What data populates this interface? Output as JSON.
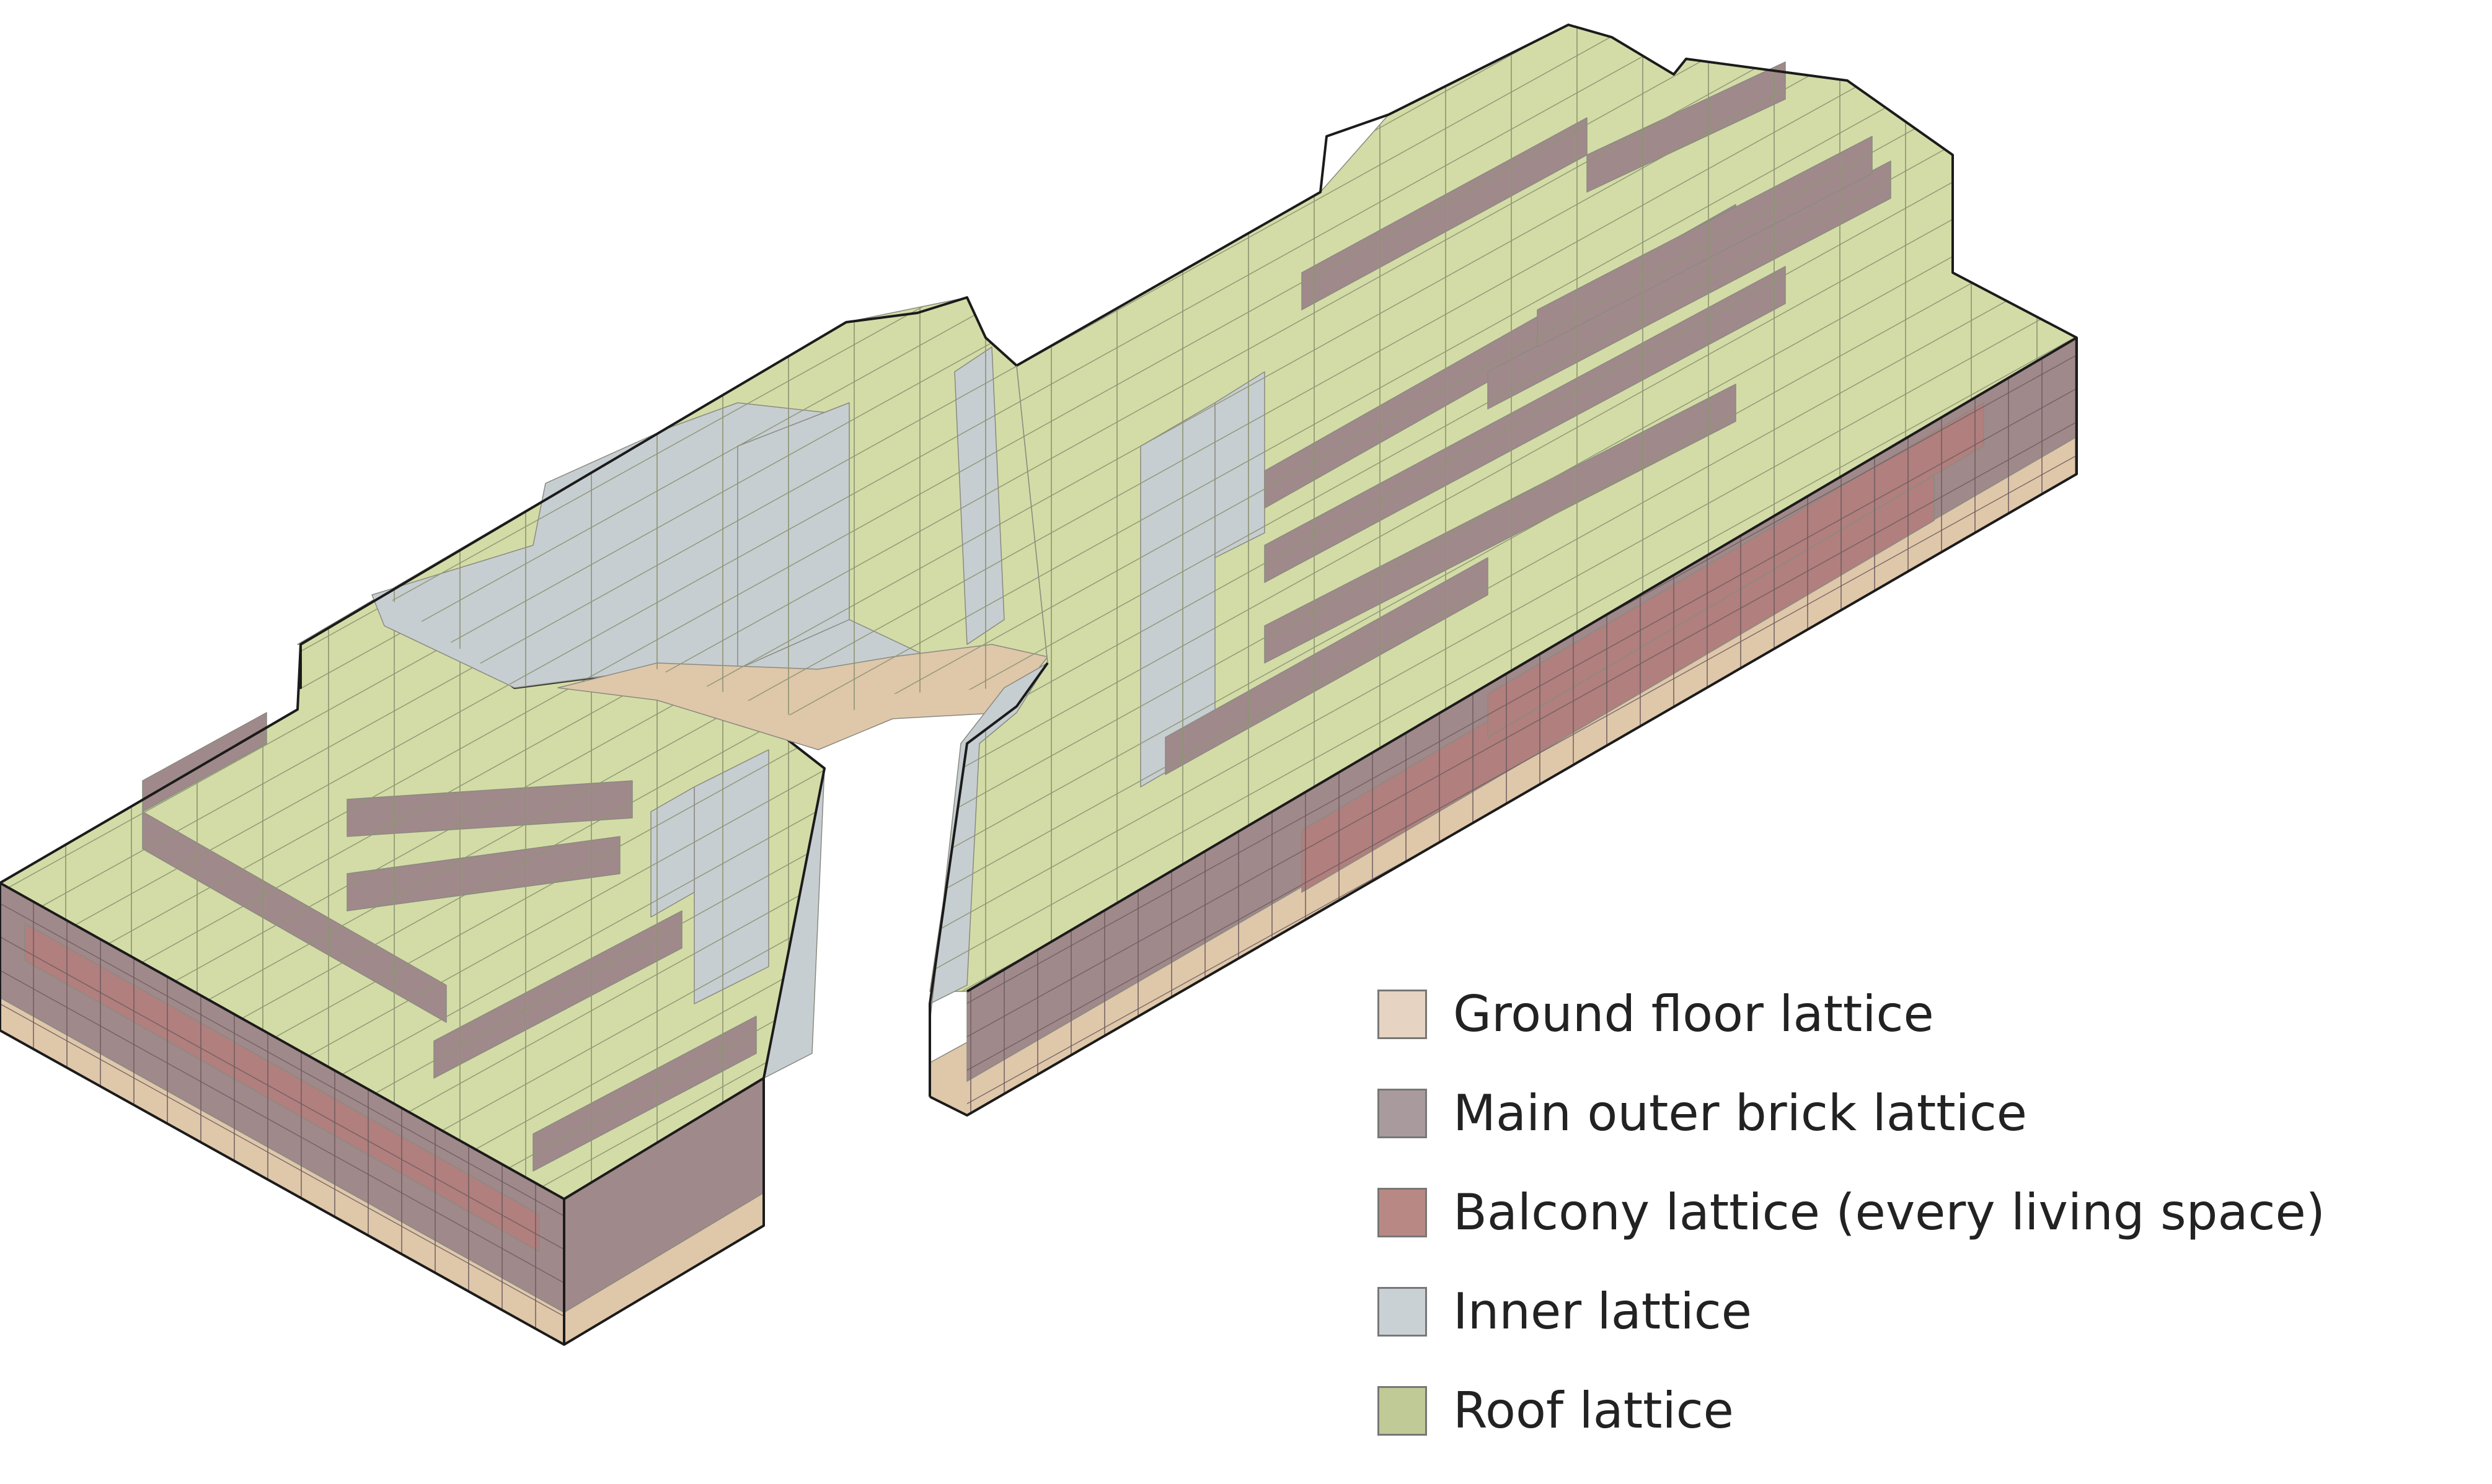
{
  "colors": {
    "ground": "#dfc7aa",
    "brick": "#a0898b",
    "balcony": "#b07f7e",
    "inner": "#c7ced1",
    "roof": "#d3dca6",
    "outline": "#1b1b1b",
    "grid": "#8a8a80"
  },
  "legend": [
    {
      "label": "Ground floor lattice",
      "color": "#e6d3c1"
    },
    {
      "label": "Main outer brick lattice",
      "color": "#a99b9d"
    },
    {
      "label": "Balcony lattice (every living space)",
      "color": "#b88984"
    },
    {
      "label": "Inner lattice",
      "color": "#cad1d5"
    },
    {
      "label": "Roof lattice",
      "color": "#bfca96"
    }
  ]
}
